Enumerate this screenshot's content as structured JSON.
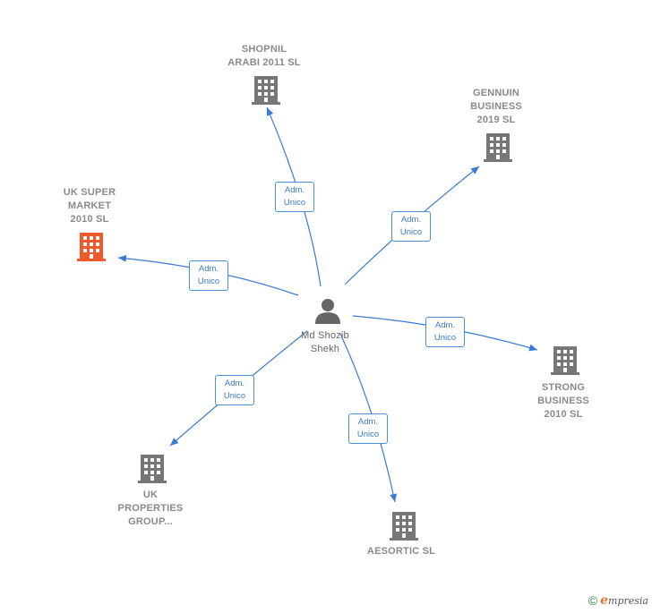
{
  "center": {
    "name": "Md Shozib\nShekh"
  },
  "relation_label": "Adm.\nUnico",
  "companies": {
    "shopnil": {
      "name": "SHOPNIL\nARABI 2011  SL",
      "color": "#777777"
    },
    "gennuin": {
      "name": "GENNUIN\nBUSINESS\n2019  SL",
      "color": "#777777"
    },
    "uk_super": {
      "name": "UK SUPER\nMARKET\n2010  SL",
      "color": "#ee5a2b"
    },
    "strong": {
      "name": "STRONG\nBUSINESS\n2010  SL",
      "color": "#777777"
    },
    "uk_properties": {
      "name": "UK\nPROPERTIES\nGROUP...",
      "color": "#777777"
    },
    "aesortic": {
      "name": "AESORTIC  SL",
      "color": "#777777"
    }
  },
  "colors": {
    "edge": "#3a7bd5",
    "person": "#666666"
  },
  "footer": {
    "copyright": "©",
    "brand_e": "e",
    "brand_rest": "mpresia"
  }
}
